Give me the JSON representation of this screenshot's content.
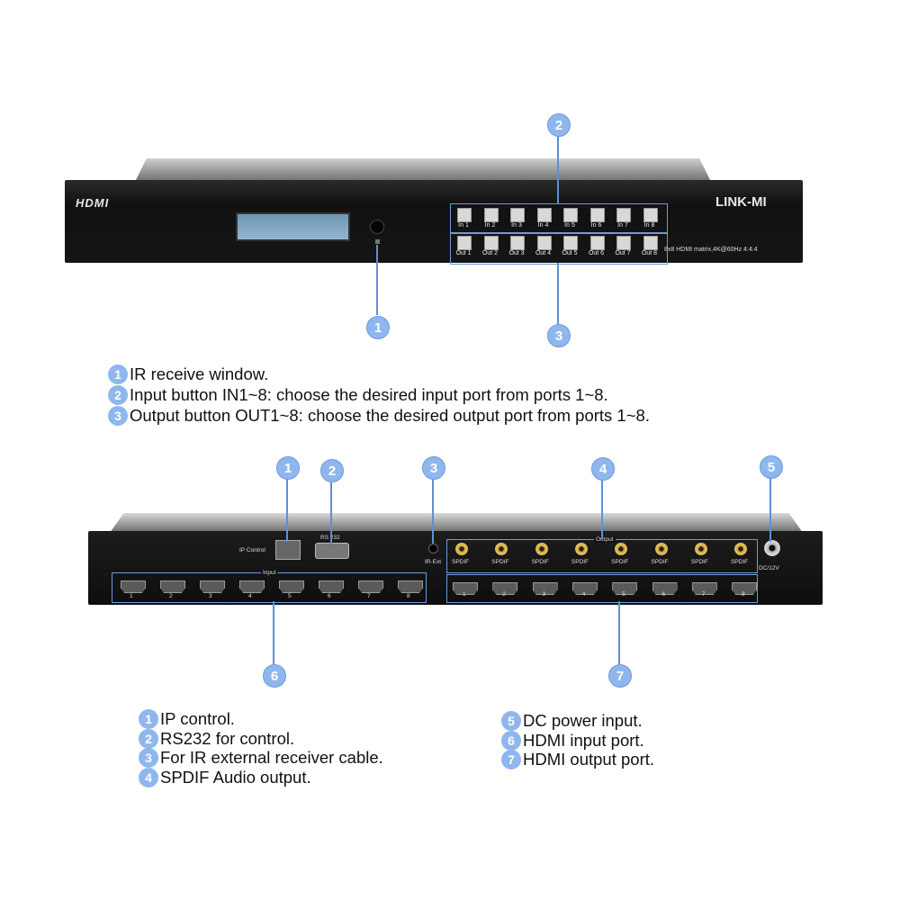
{
  "front_panel": {
    "brand_left": "HDMI",
    "brand_right": "LINK-MI",
    "model_text": "8x8 HDMI matrix,4K@60Hz 4:4:4",
    "input_buttons": [
      "In 1",
      "In 2",
      "In 3",
      "In 4",
      "In 5",
      "In 6",
      "In 7",
      "In 8"
    ],
    "output_buttons": [
      "Out 1",
      "Out 2",
      "Out 3",
      "Out 4",
      "Out 5",
      "Out 6",
      "Out 7",
      "Out 8"
    ]
  },
  "front_callouts": [
    "1",
    "2",
    "3"
  ],
  "front_legend": [
    {
      "num": "1",
      "text": "IR receive window."
    },
    {
      "num": "2",
      "text": "Input button IN1~8: choose the desired input port from ports 1~8."
    },
    {
      "num": "3",
      "text": "Output button OUT1~8: choose the desired output port from ports 1~8."
    }
  ],
  "rear_panel": {
    "ip_label": "IP Control",
    "rs232_label": "RS 232",
    "ir_ext_label": "IR-Ext",
    "input_group_label": "Input",
    "output_group_label": "Output",
    "dc_label": "DC/12V",
    "spdif_labels": [
      "SPDIF",
      "SPDIF",
      "SPDIF",
      "SPDIF",
      "SPDIF",
      "SPDIF",
      "SPDIF",
      "SPDIF"
    ],
    "input_ports": [
      "1",
      "2",
      "3",
      "4",
      "5",
      "6",
      "7",
      "8"
    ],
    "output_ports": [
      "1",
      "2",
      "3",
      "4",
      "5",
      "6",
      "7",
      "8"
    ]
  },
  "rear_callouts": [
    "1",
    "2",
    "3",
    "4",
    "5",
    "6",
    "7"
  ],
  "rear_legend_left": [
    {
      "num": "1",
      "text": "IP control."
    },
    {
      "num": "2",
      "text": "RS232 for control."
    },
    {
      "num": "3",
      "text": "For IR external receiver cable."
    },
    {
      "num": "4",
      "text": "SPDIF Audio output."
    }
  ],
  "rear_legend_right": [
    {
      "num": "5",
      "text": "DC power input."
    },
    {
      "num": "6",
      "text": "HDMI input port."
    },
    {
      "num": "7",
      "text": "HDMI output port."
    }
  ],
  "colors": {
    "callout": "#8fb7ee",
    "leader": "#5e8fd8"
  }
}
